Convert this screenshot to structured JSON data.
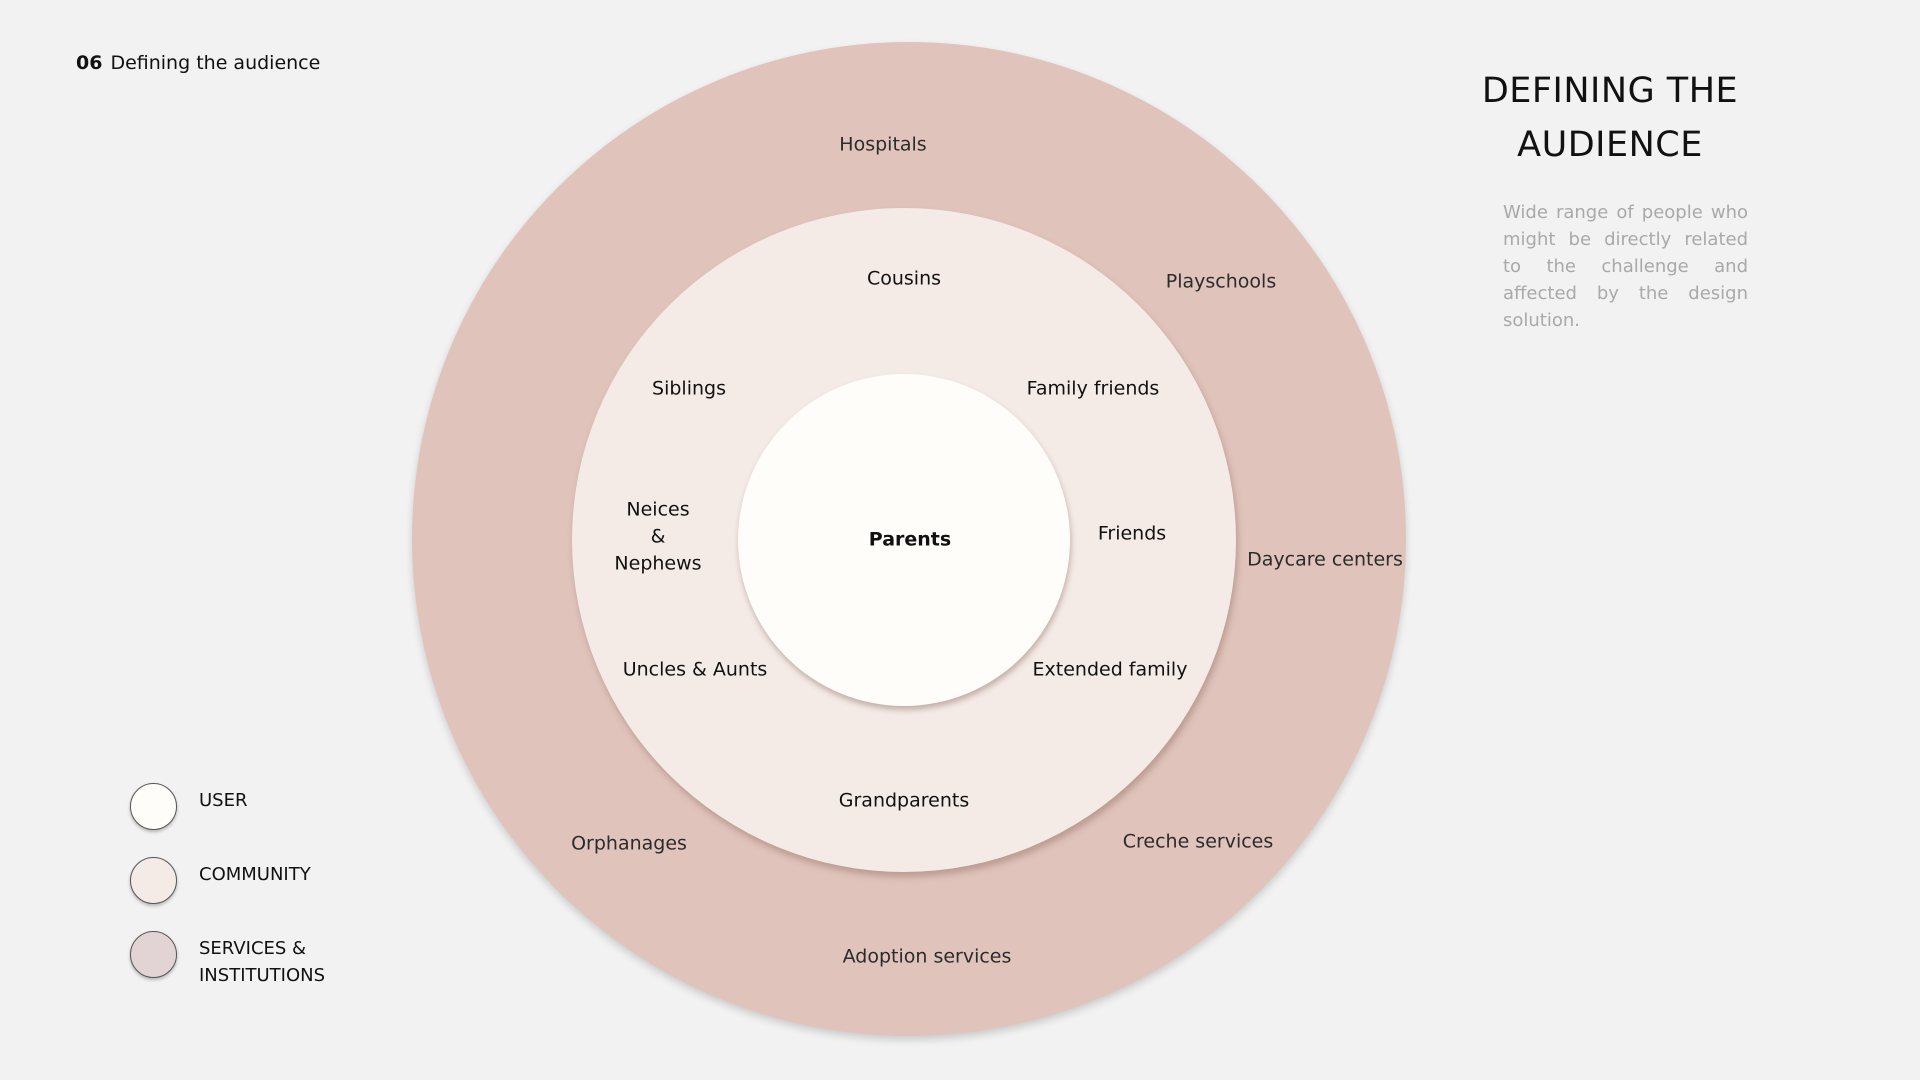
{
  "header": {
    "number": "06",
    "text": "Defining the audience"
  },
  "title": "DEFINING THE AUDIENCE",
  "description": "Wide range of people who might be directly related to the challenge and affected by the design solution.",
  "diagram": {
    "center": "Parents",
    "community": [
      "Cousins",
      "Siblings",
      "Family friends",
      "Neices\n&\nNephews",
      "Friends",
      "Uncles & Aunts",
      "Extended family",
      "Grandparents"
    ],
    "services": [
      "Hospitals",
      "Playschools",
      "Daycare centers",
      "Creche services",
      "Adoption services",
      "Orphanages"
    ]
  },
  "legend": [
    {
      "label": "USER",
      "color": "#fffdf9"
    },
    {
      "label": "COMMUNITY",
      "color": "#f4ebe6"
    },
    {
      "label": "SERVICES &\nINSTITUTIONS",
      "color": "#e2d4d4"
    }
  ],
  "colors": {
    "background": "#f2f2f2",
    "outer_ring": "#e0c4bc",
    "middle_ring": "#f4ebe6",
    "inner_circle": "#fffdf9",
    "description_text": "#a9a9a9"
  }
}
